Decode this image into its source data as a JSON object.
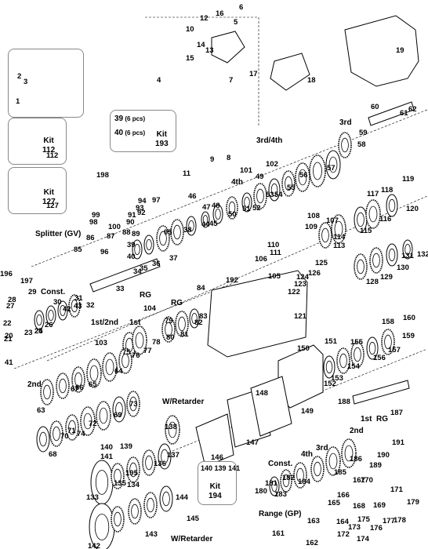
{
  "groups": {
    "splitter": "Splitter (GV)",
    "const": "Const.",
    "first_second": "1st/2nd",
    "first": "1st",
    "second": "2nd",
    "third": "3rd",
    "fourth": "4th",
    "third_fourth": "3rd/4th",
    "rg": "RG",
    "w_retarder": "W/Retarder",
    "range": "Range (GP)"
  },
  "kits": {
    "k112": {
      "word": "Kit",
      "number": "112"
    },
    "k127": {
      "word": "Kit",
      "number": "127"
    },
    "k193": {
      "word": "Kit",
      "number": "193",
      "item1_no": "39",
      "item1_qty": "(6 pcs)",
      "item2_no": "40",
      "item2_qty": "(6 pcs)"
    },
    "k194": {
      "word": "Kit",
      "number": "194",
      "item1": "140",
      "item2": "139",
      "item3": "141"
    }
  },
  "callouts": [
    "1",
    "2",
    "3",
    "4",
    "5",
    "6",
    "7",
    "8",
    "9",
    "10",
    "11",
    "12",
    "13",
    "14",
    "15",
    "16",
    "17",
    "18",
    "19",
    "20",
    "21",
    "22",
    "23",
    "24",
    "25",
    "26",
    "27",
    "28",
    "29",
    "30",
    "31",
    "32",
    "33",
    "34",
    "35",
    "36",
    "37",
    "38",
    "39",
    "40",
    "41",
    "42",
    "43",
    "44",
    "45",
    "46",
    "47",
    "48",
    "49",
    "50",
    "51",
    "52",
    "53",
    "54",
    "55",
    "56",
    "57",
    "58",
    "59",
    "60",
    "61",
    "62",
    "63",
    "64",
    "65",
    "66",
    "67",
    "68",
    "69",
    "70",
    "71",
    "72",
    "73",
    "74",
    "75",
    "76",
    "77",
    "78",
    "79",
    "80",
    "81",
    "82",
    "83",
    "84",
    "85",
    "86",
    "87",
    "88",
    "89",
    "90",
    "91",
    "92",
    "93",
    "94",
    "95",
    "96",
    "97",
    "98",
    "99",
    "100",
    "101",
    "102",
    "103",
    "104",
    "105",
    "106",
    "107",
    "108",
    "109",
    "110",
    "111",
    "112",
    "113",
    "114",
    "115",
    "116",
    "117",
    "118",
    "119",
    "120",
    "121",
    "122",
    "123",
    "124",
    "125",
    "126",
    "127",
    "128",
    "129",
    "130",
    "131",
    "132",
    "133",
    "134",
    "135",
    "136",
    "137",
    "138",
    "139",
    "140",
    "141",
    "142",
    "143",
    "144",
    "145",
    "146",
    "147",
    "148",
    "149",
    "150",
    "151",
    "152",
    "153",
    "154",
    "155",
    "156",
    "157",
    "158",
    "159",
    "160",
    "161",
    "162",
    "163",
    "164",
    "165",
    "166",
    "167",
    "168",
    "169",
    "170",
    "171",
    "172",
    "173",
    "174",
    "175",
    "176",
    "177",
    "178",
    "179",
    "180",
    "181",
    "182",
    "183",
    "184",
    "185",
    "186",
    "187",
    "188",
    "189",
    "190",
    "191",
    "192",
    "195",
    "196",
    "197",
    "198"
  ]
}
